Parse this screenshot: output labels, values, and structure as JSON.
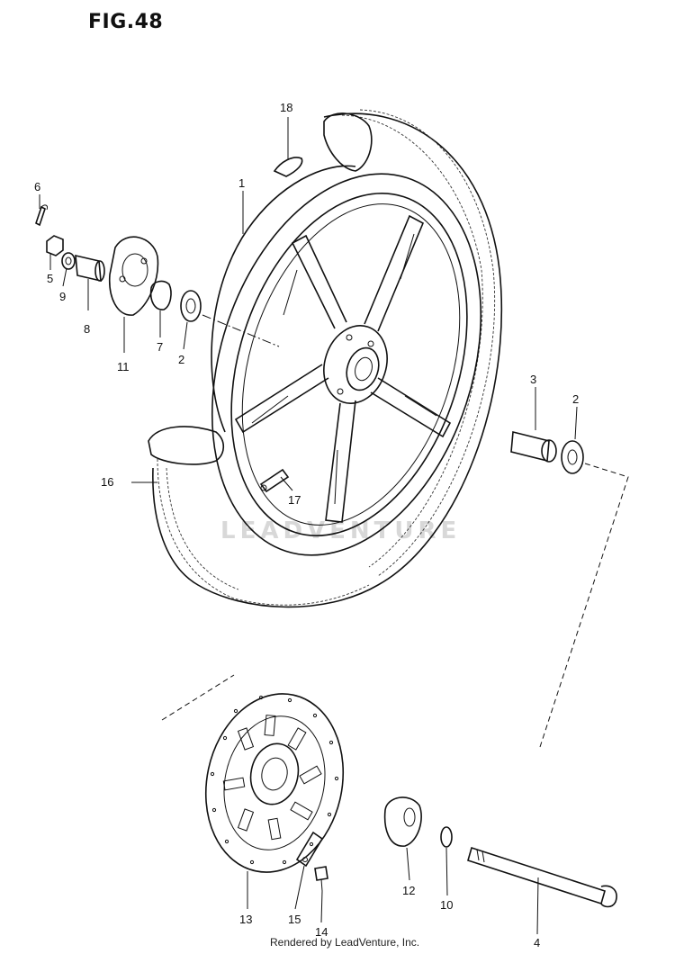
{
  "figure": {
    "title": "FIG.48",
    "footer": "Rendered by LeadVenture, Inc.",
    "watermark": "LEADVENTURE"
  },
  "callouts": [
    {
      "id": "c1",
      "text": "1"
    },
    {
      "id": "c2a",
      "text": "2"
    },
    {
      "id": "c2b",
      "text": "2"
    },
    {
      "id": "c3",
      "text": "3"
    },
    {
      "id": "c4",
      "text": "4"
    },
    {
      "id": "c5",
      "text": "5"
    },
    {
      "id": "c6",
      "text": "6"
    },
    {
      "id": "c7",
      "text": "7"
    },
    {
      "id": "c8",
      "text": "8"
    },
    {
      "id": "c9",
      "text": "9"
    },
    {
      "id": "c10",
      "text": "10"
    },
    {
      "id": "c11",
      "text": "11"
    },
    {
      "id": "c12",
      "text": "12"
    },
    {
      "id": "c13",
      "text": "13"
    },
    {
      "id": "c14",
      "text": "14"
    },
    {
      "id": "c15",
      "text": "15"
    },
    {
      "id": "c16",
      "text": "16"
    },
    {
      "id": "c17",
      "text": "17"
    },
    {
      "id": "c18",
      "text": "18"
    }
  ]
}
